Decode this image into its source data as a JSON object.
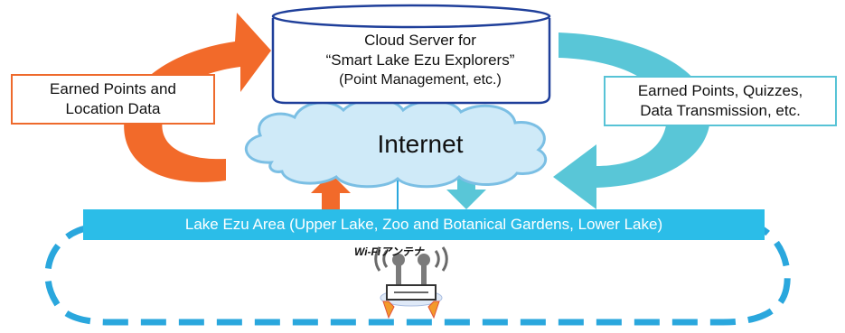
{
  "cloud_server": {
    "line1": "Cloud Server for",
    "line2": "“Smart Lake Ezu Explorers”",
    "line3": "(Point Management, etc.)"
  },
  "internet": "Internet",
  "left_box": {
    "line1": "Earned Points and",
    "line2": "Location Data"
  },
  "right_box": {
    "line1": "Earned Points, Quizzes,",
    "line2": "Data Transmission, etc."
  },
  "area_banner": "Lake Ezu Area (Upper Lake, Zoo and Botanical Gardens, Lower Lake)",
  "antenna_label": "Wi-Fiアンテナ",
  "colors": {
    "orange_arrow": "#f26a2a",
    "blue_arrow": "#59c6d7",
    "cloud_fill": "#cfeaf8",
    "cloud_stroke": "#7bbfe4",
    "server_stroke": "#1f3f9a",
    "area_banner": "#2bbde8",
    "dashed_loop": "#2aa7dd"
  },
  "icons": [
    "wifi-antenna-icon"
  ]
}
